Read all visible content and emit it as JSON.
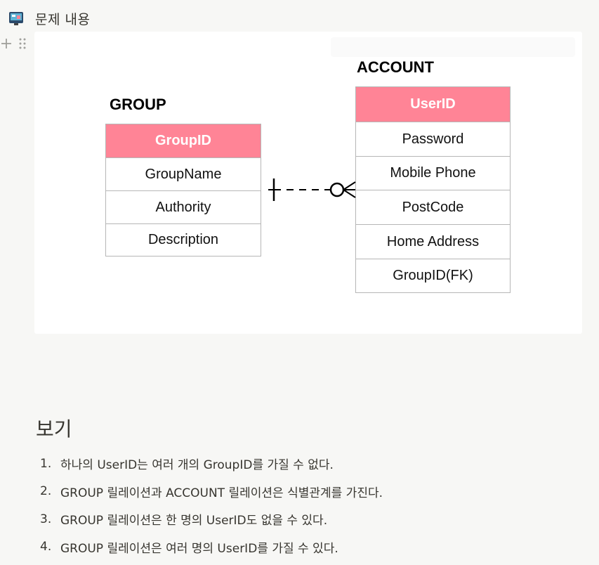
{
  "page": {
    "title": "문제 내용"
  },
  "diagram": {
    "group": {
      "title": "GROUP",
      "primary_key": "GroupID",
      "attributes": [
        "GroupName",
        "Authority",
        "Description"
      ]
    },
    "account": {
      "title": "ACCOUNT",
      "primary_key": "UserID",
      "attributes": [
        "Password",
        "Mobile Phone",
        "PostCode",
        "Home Address",
        "GroupID(FK)"
      ]
    },
    "pk_color": "#ff8496"
  },
  "question": {
    "heading": "보기",
    "choices": [
      {
        "num": "1.",
        "text": "하나의 UserID는 여러 개의 GroupID를 가질 수 없다."
      },
      {
        "num": "2.",
        "text": "GROUP 릴레이션과 ACCOUNT 릴레이션은 식별관계를 가진다."
      },
      {
        "num": "3.",
        "text": "GROUP 릴레이션은 한 명의 UserID도 없을 수 있다."
      },
      {
        "num": "4.",
        "text": "GROUP 릴레이션은 여러 명의 UserID를 가질 수 있다."
      }
    ]
  }
}
